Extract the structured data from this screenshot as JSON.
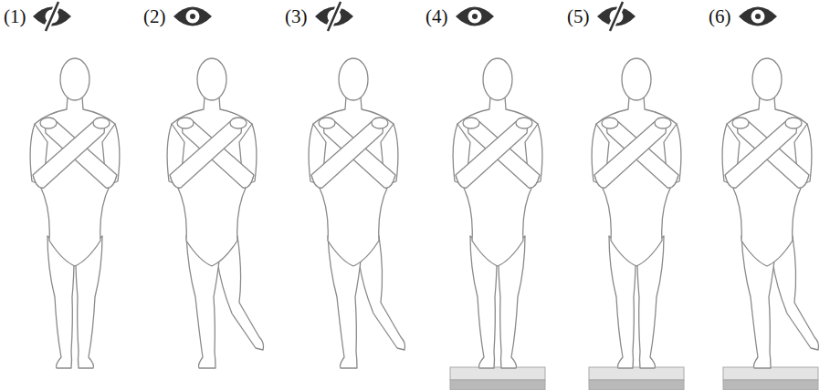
{
  "diagram": {
    "labels": [
      "(1)",
      "(2)",
      "(3)",
      "(4)",
      "(5)",
      "(6)"
    ]
  }
}
